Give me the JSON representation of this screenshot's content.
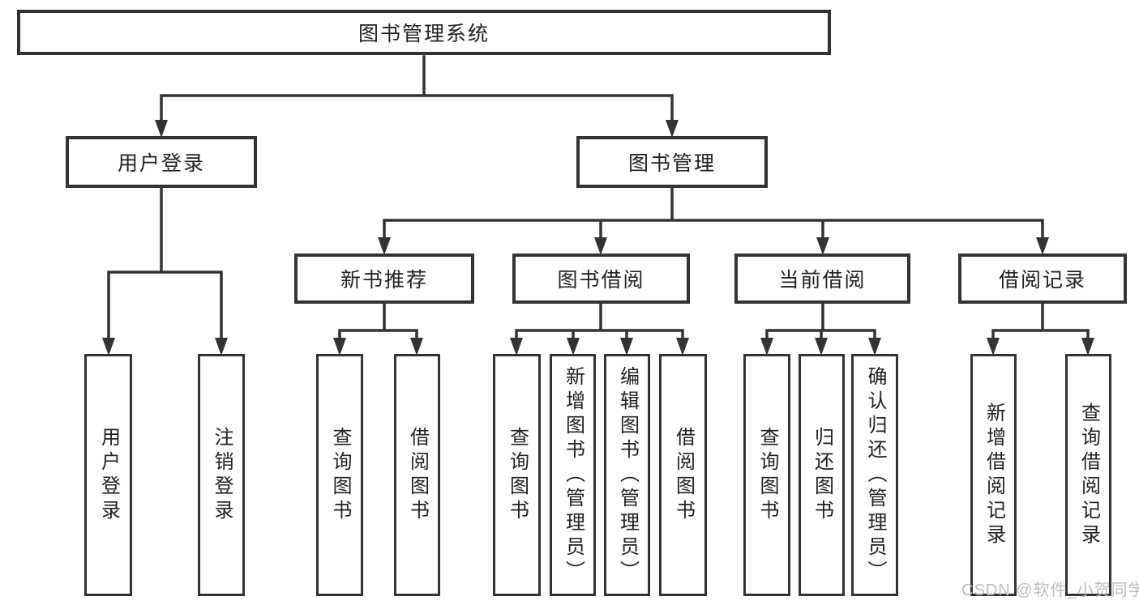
{
  "tree": {
    "label": "图书管理系统",
    "children": [
      {
        "label": "用户登录",
        "children": [
          {
            "label": "用户登录"
          },
          {
            "label": "注销登录"
          }
        ]
      },
      {
        "label": "图书管理",
        "children": [
          {
            "label": "新书推荐",
            "children": [
              {
                "label": "查询图书"
              },
              {
                "label": "借阅图书"
              }
            ]
          },
          {
            "label": "图书借阅",
            "children": [
              {
                "label": "查询图书"
              },
              {
                "label": "新增图书（管理员）"
              },
              {
                "label": "编辑图书（管理员）"
              },
              {
                "label": "借阅图书"
              }
            ]
          },
          {
            "label": "当前借阅",
            "children": [
              {
                "label": "查询图书"
              },
              {
                "label": "归还图书"
              },
              {
                "label": "确认归还（管理员）"
              }
            ]
          },
          {
            "label": "借阅记录",
            "children": [
              {
                "label": "新增借阅记录"
              },
              {
                "label": "查询借阅记录"
              }
            ]
          }
        ]
      }
    ]
  },
  "watermark": "CSDN @软件_小贺同学",
  "colors": {
    "line": "#333333",
    "text": "#222222",
    "background": "#ffffff",
    "watermark_text": "#bdbdbd"
  }
}
